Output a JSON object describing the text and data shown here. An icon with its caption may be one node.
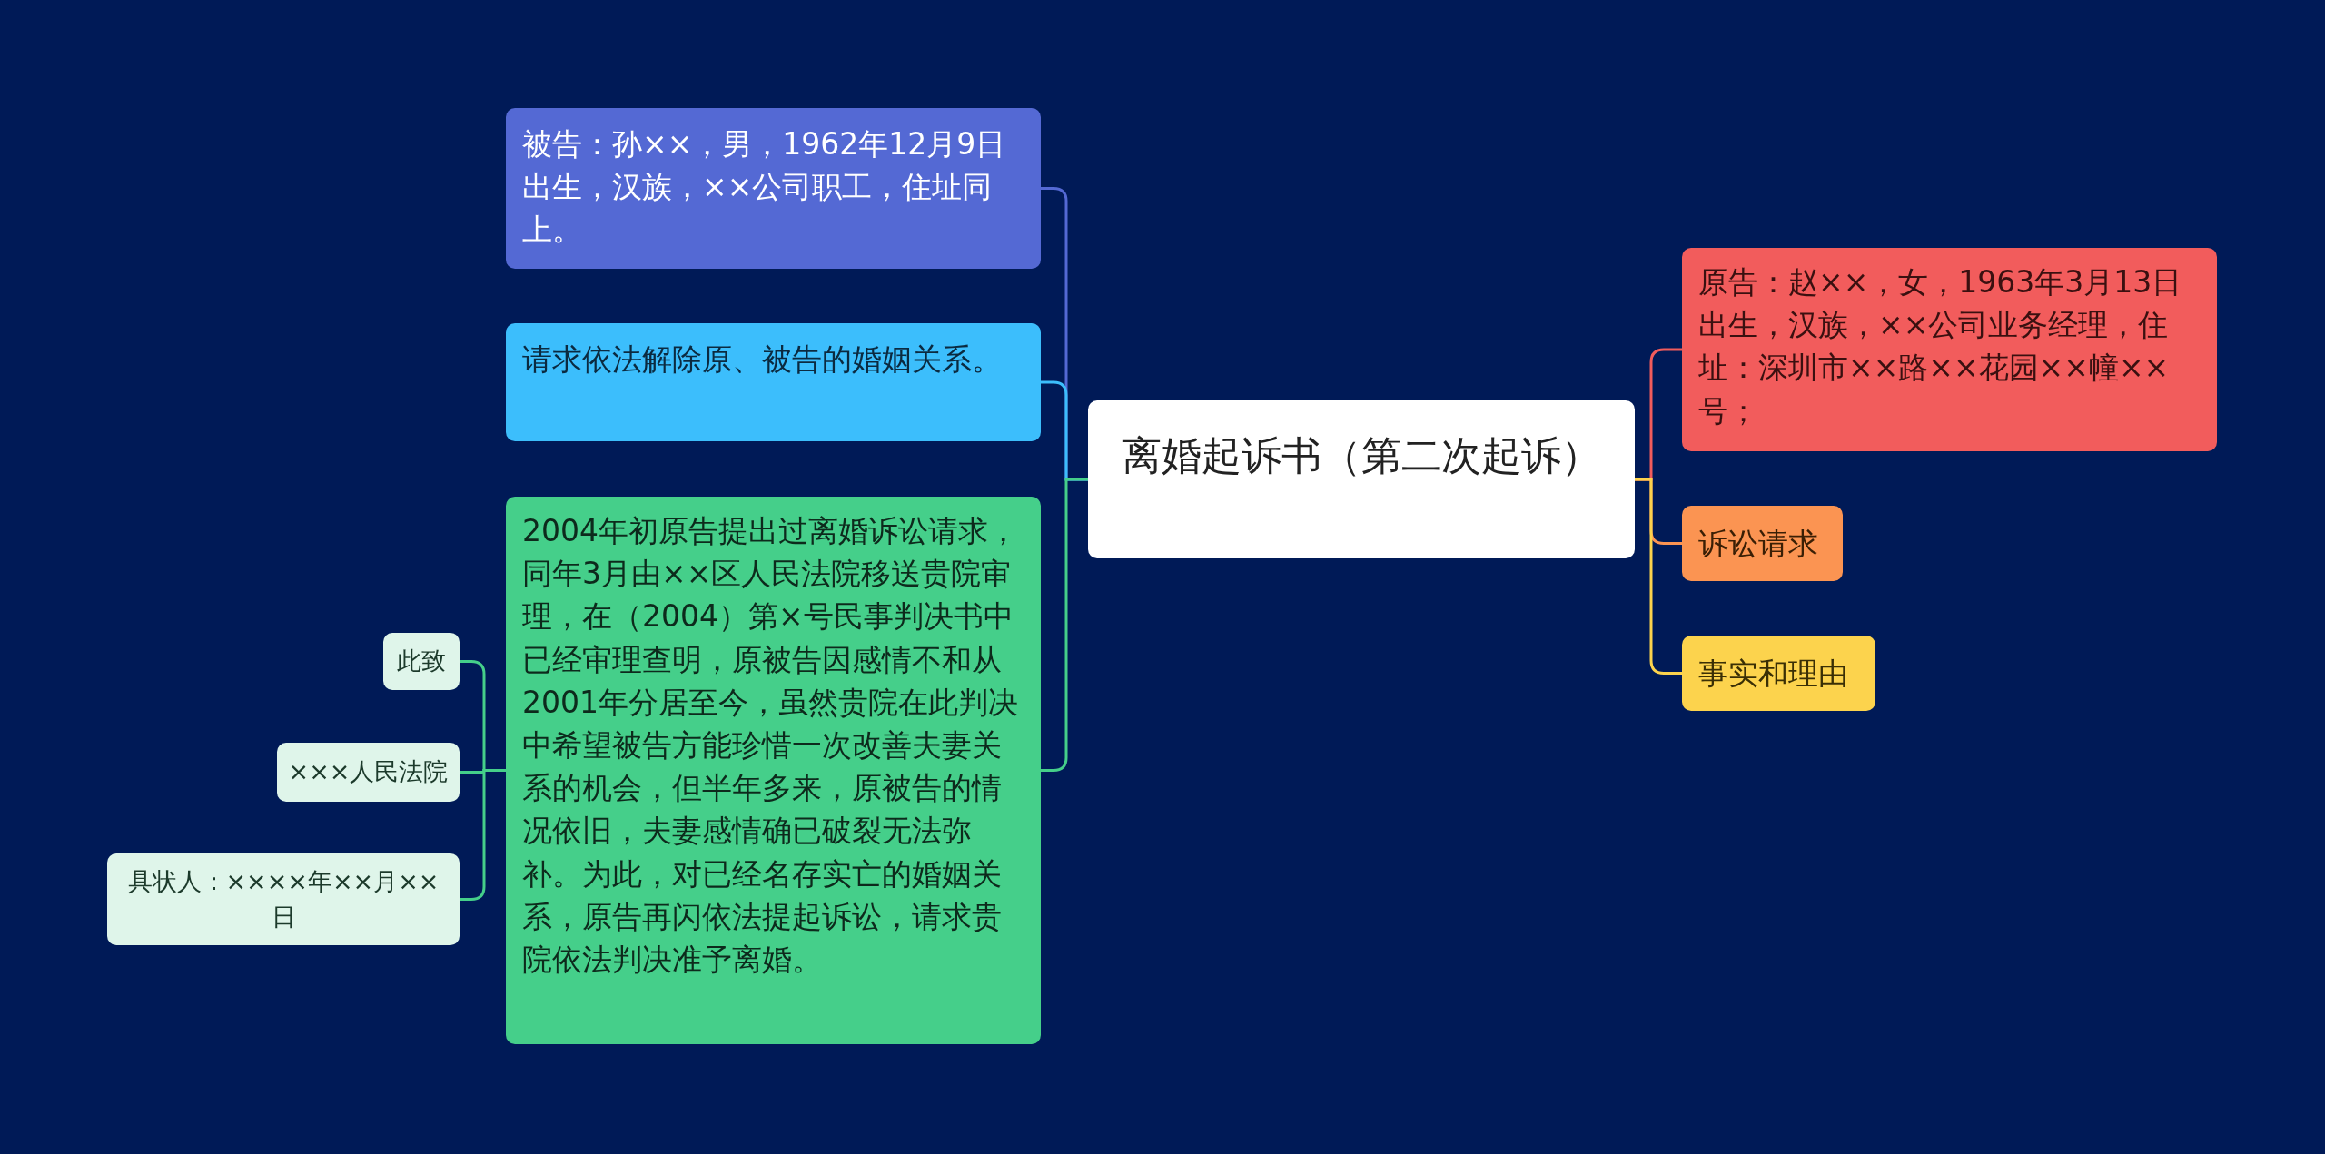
{
  "diagram": {
    "nodes": [
      {
        "text": [
          "离婚起诉书（第二次起诉）"
        ]
      },
      {
        "text": [
          "原告：赵××，女，1963年3月13日出生，汉族，××公司业务经理，住址：深圳市××路××花园××幢××号；"
        ]
      },
      {
        "text": [
          "诉讼请求"
        ]
      },
      {
        "text": [
          "事实和理由"
        ]
      },
      {
        "text": [
          "被告：孙××，男，1962年12月9日出生，汉族，××公司职工，住址同上。"
        ]
      },
      {
        "text": [
          "请求依法解除原、被告的婚姻关系。"
        ]
      },
      {
        "text": [
          "2004年初原告提出过离婚诉讼请求，同年3月由××区人民法院移送贵院审理，在（2004）第×号民事判决书中已经审理查明，原被告因感情不和从2001年分居至今，虽然贵院在此判决中希望被告方能珍惜一次改善夫妻关系的机会，但半年多来，原被告的情况依旧，夫妻感情确已破裂无法弥补。为此，对已经名存实亡的婚姻关系，原告再闪依法提起诉讼，请求贵院依法判决准予离婚。"
        ]
      },
      {
        "text": [
          "此致"
        ]
      },
      {
        "text": [
          "×××人民法院"
        ]
      },
      {
        "text": [
          "具状人：××××年××月××日"
        ]
      }
    ],
    "edges": [
      {
        "from": 0,
        "to": 1,
        "arrow": "none",
        "color": "#f25c5c"
      },
      {
        "from": 0,
        "to": 2,
        "arrow": "none",
        "color": "#fb9452"
      },
      {
        "from": 0,
        "to": 3,
        "arrow": "none",
        "color": "#fcd34d"
      },
      {
        "from": 0,
        "to": 4,
        "arrow": "none",
        "color": "#5469d4"
      },
      {
        "from": 0,
        "to": 5,
        "arrow": "none",
        "color": "#3cbefc"
      },
      {
        "from": 0,
        "to": 6,
        "arrow": "none",
        "color": "#45cf8a"
      },
      {
        "from": 6,
        "to": 7,
        "arrow": "none",
        "color": "#45cf8a"
      },
      {
        "from": 6,
        "to": 8,
        "arrow": "none",
        "color": "#45cf8a"
      },
      {
        "from": 6,
        "to": 9,
        "arrow": "none",
        "color": "#45cf8a"
      }
    ]
  }
}
